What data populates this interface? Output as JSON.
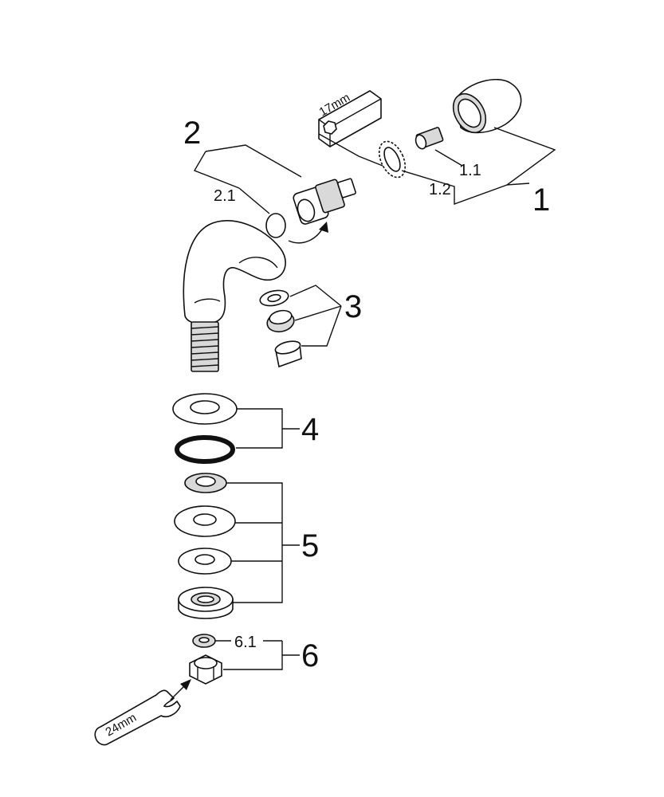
{
  "labels": {
    "group_1": "1",
    "sub_1_1": "1.1",
    "sub_1_2": "1.2",
    "group_2": "2",
    "sub_2_1": "2.1",
    "group_3": "3",
    "group_4": "4",
    "group_5": "5",
    "group_6": "6",
    "sub_6_1": "6.1"
  },
  "tools": {
    "hex_key_size": "17mm",
    "wrench_size": "24mm"
  },
  "colors": {
    "line": "#111111",
    "part_fill": "#ffffff",
    "shade": "#d9d9d9"
  }
}
